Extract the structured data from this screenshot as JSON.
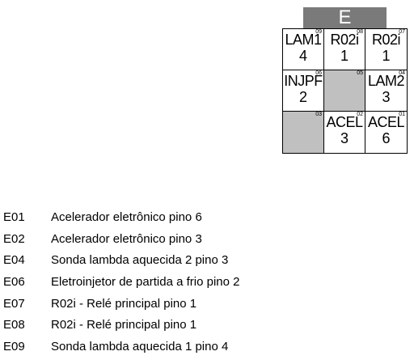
{
  "connector": {
    "label": "E",
    "cells": [
      {
        "num": "09",
        "label": "LAM1",
        "pin": "4"
      },
      {
        "num": "08",
        "label": "R02i",
        "pin": "1"
      },
      {
        "num": "07",
        "label": "R02i",
        "pin": "1"
      },
      {
        "num": "06",
        "label": "INJPF",
        "pin": "2"
      },
      {
        "num": "05",
        "label": "",
        "pin": ""
      },
      {
        "num": "04",
        "label": "LAM2",
        "pin": "3"
      },
      {
        "num": "03",
        "label": "",
        "pin": ""
      },
      {
        "num": "02",
        "label": "ACEL",
        "pin": "3"
      },
      {
        "num": "01",
        "label": "ACEL",
        "pin": "6"
      }
    ]
  },
  "legend": [
    {
      "code": "E01",
      "desc": "Acelerador eletrônico pino 6"
    },
    {
      "code": "E02",
      "desc": "Acelerador eletrônico pino 3"
    },
    {
      "code": "E04",
      "desc": "Sonda lambda aquecida 2 pino 3"
    },
    {
      "code": "E06",
      "desc": "Eletroinjetor de partida a frio pino 2"
    },
    {
      "code": "E07",
      "desc": "R02i - Relé principal pino 1"
    },
    {
      "code": "E08",
      "desc": "R02i - Relé principal pino 1"
    },
    {
      "code": "E09",
      "desc": "Sonda lambda aquecida 1 pino 4"
    }
  ]
}
